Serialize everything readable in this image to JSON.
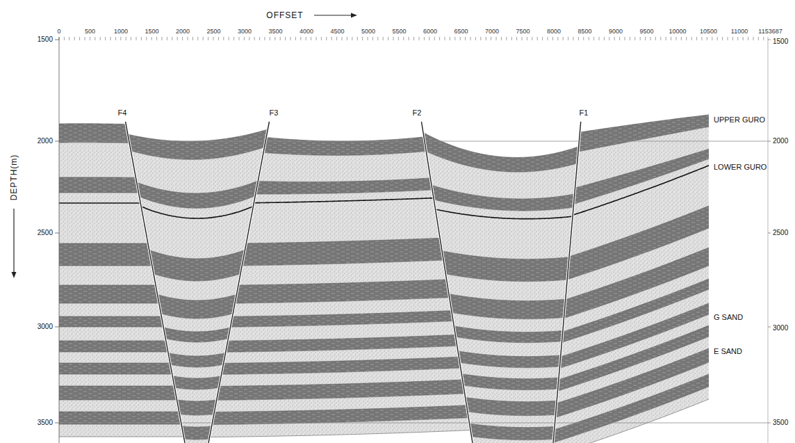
{
  "diagram": {
    "labels": [
      "OFFSET",
      "0",
      "500",
      "1000",
      "1500",
      "2000",
      "2500",
      "3000",
      "3500",
      "4000",
      "4500",
      "5000",
      "5500",
      "6000",
      "6500",
      "7000",
      "7500",
      "8000",
      "8500",
      "9000",
      "9500",
      "10000",
      "10500",
      "11000",
      "1153687",
      "1500",
      "1500",
      "2000",
      "2500",
      "3000",
      "3500",
      "DEPTH(m)",
      "F4",
      "F3",
      "F2",
      "F1",
      "UPPER GURO",
      "2000",
      "LOWER GURO",
      "2500",
      "G SAND",
      "3000",
      "E SAND",
      "3500"
    ]
  }
}
